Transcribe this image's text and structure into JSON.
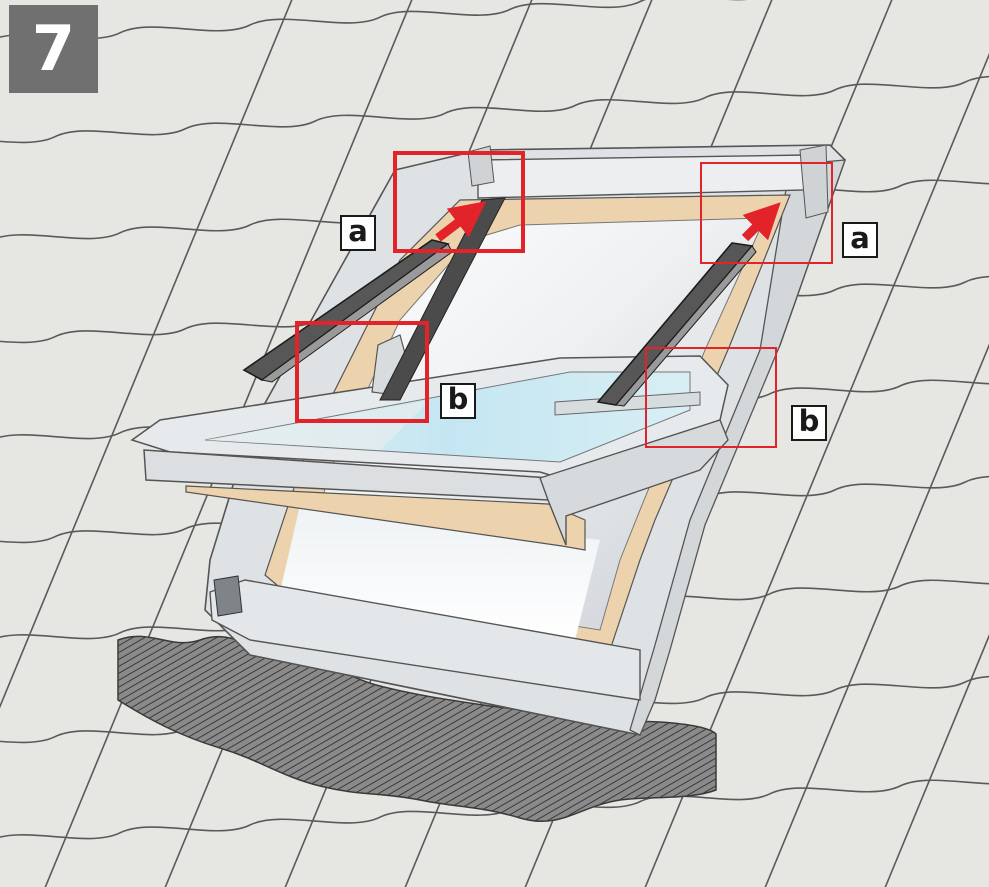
{
  "step": {
    "number": "7"
  },
  "callouts": {
    "left_top": "a",
    "right_top": "a",
    "left_lower": "b",
    "right_lower": "b"
  },
  "colors": {
    "highlight": "#e2232a",
    "roof_tile": "#e6e6e3",
    "tile_line": "#5a5a5a",
    "frame_grey": "#dfe2e4",
    "wood": "#ecd3ad",
    "glass": "#c9e7f2",
    "step_badge": "#707070",
    "flashing_dark": "#6f6f6f"
  }
}
